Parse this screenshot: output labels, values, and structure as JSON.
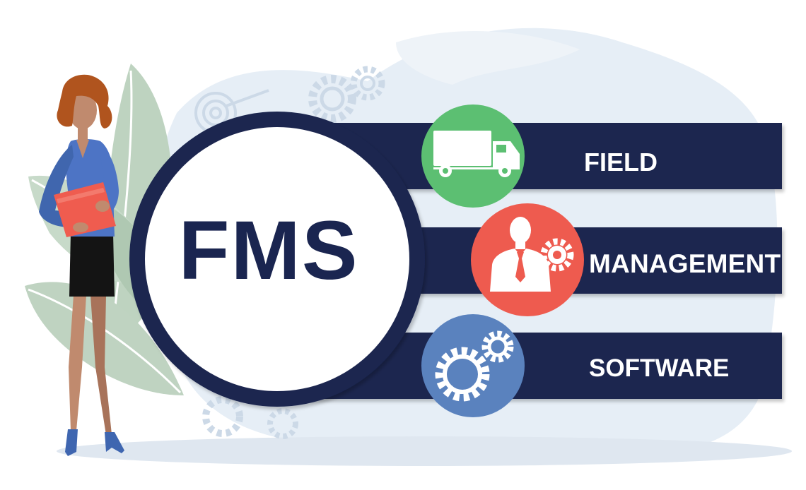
{
  "acronym": "FMS",
  "rows": [
    {
      "word": "FIELD",
      "icon": "truck-icon",
      "circle_color": "#5cbf72"
    },
    {
      "word": "MANAGEMENT",
      "icon": "manager-gear-icon",
      "circle_color": "#ee5b4f"
    },
    {
      "word": "SOFTWARE",
      "icon": "gears-icon",
      "circle_color": "#5a82be"
    }
  ],
  "colors": {
    "navy": "#1a2550",
    "background_blob": "#e6eef6",
    "leaf": "#bfd3c1",
    "folder": "#ef5c4f",
    "jacket": "#4d74c5",
    "skirt": "#141414",
    "hair": "#b0541e",
    "skin": "#c08a6e"
  }
}
